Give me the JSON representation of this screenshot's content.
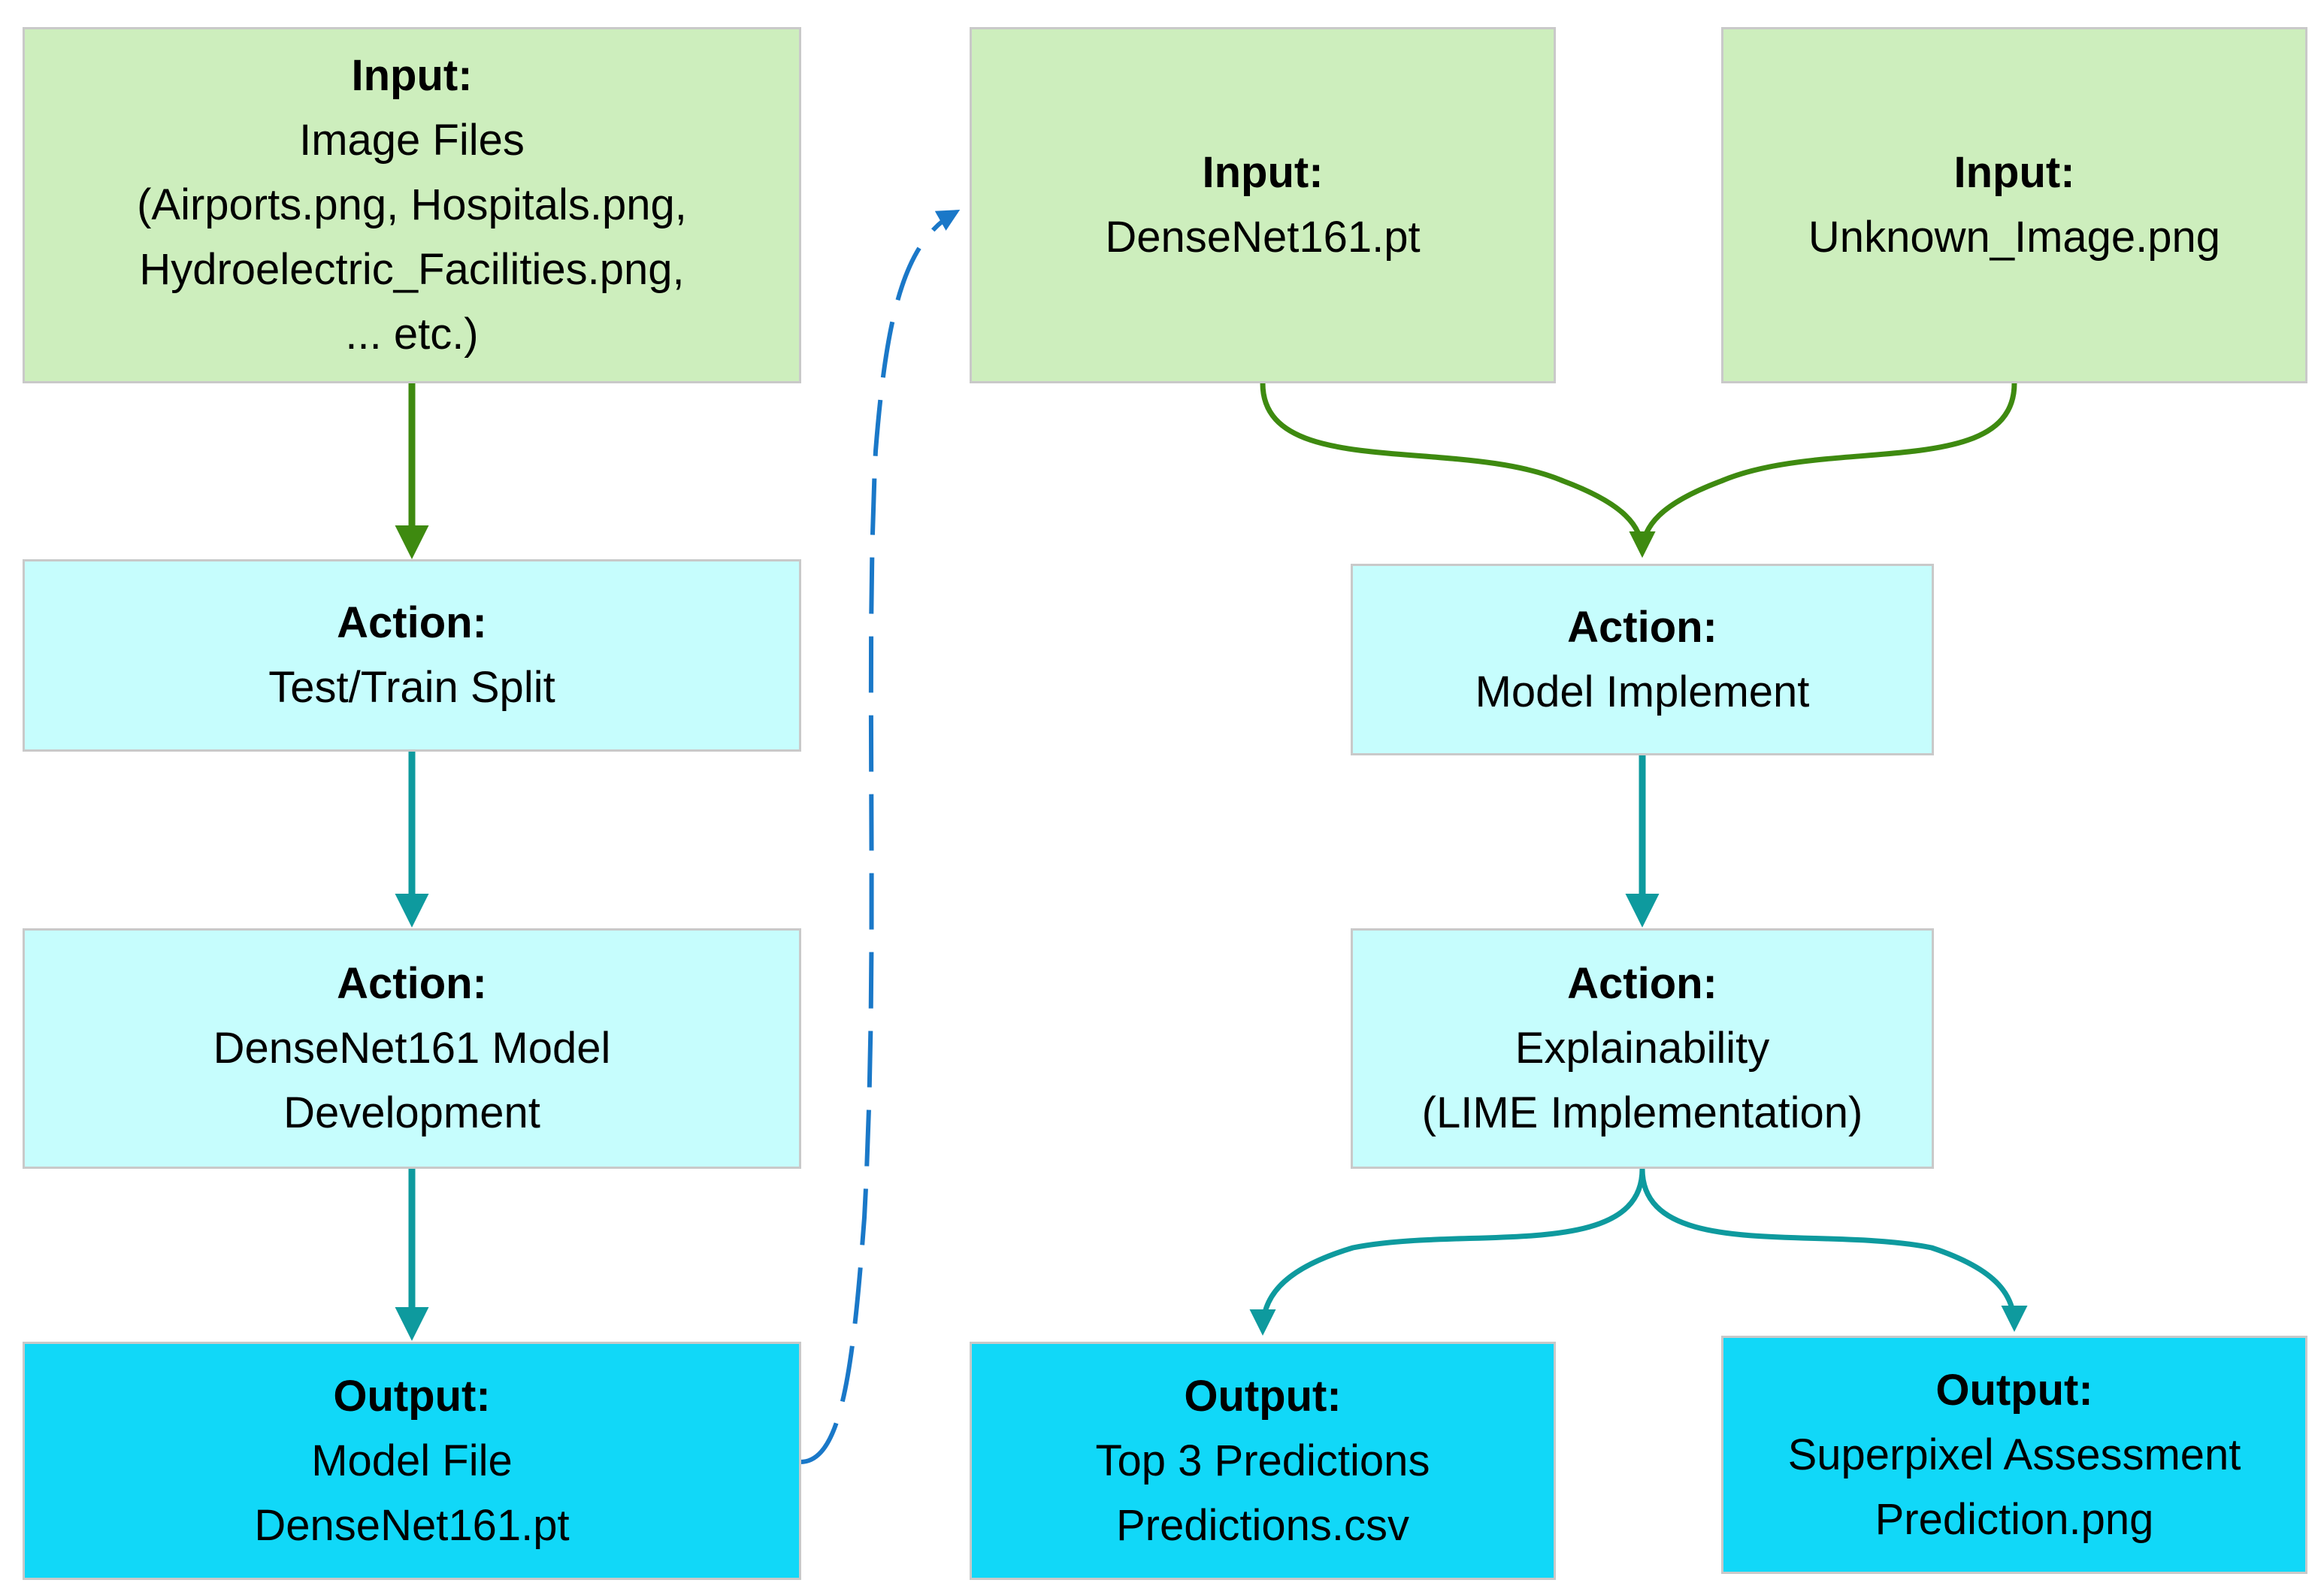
{
  "colors": {
    "input_fill": "#cdeebd",
    "action_fill": "#c6fdfd",
    "output_fill": "#11d8f8",
    "box_border": "#c9c9c9",
    "arrow_green": "#3e8a10",
    "arrow_teal": "#0e9a9e",
    "arrow_blue": "#1a78c8"
  },
  "boxes": {
    "input_image_files": {
      "kind": "input",
      "heading": "Input:",
      "lines": [
        "Image Files",
        "(Airports.png, Hospitals.png,",
        "Hydroelectric_Facilities.png,",
        "... etc.)"
      ]
    },
    "action_split": {
      "kind": "action",
      "heading": "Action:",
      "lines": [
        "Test/Train Split"
      ]
    },
    "action_development": {
      "kind": "action",
      "heading": "Action:",
      "lines": [
        "DenseNet161 Model",
        "Development"
      ]
    },
    "output_model_file": {
      "kind": "output",
      "heading": "Output:",
      "lines": [
        "Model File",
        "DenseNet161.pt"
      ]
    },
    "input_densenet": {
      "kind": "input",
      "heading": "Input:",
      "lines": [
        "DenseNet161.pt"
      ]
    },
    "input_unknown_image": {
      "kind": "input",
      "heading": "Input:",
      "lines": [
        "Unknown_Image.png"
      ]
    },
    "action_implement": {
      "kind": "action",
      "heading": "Action:",
      "lines": [
        "Model Implement"
      ]
    },
    "action_explainability": {
      "kind": "action",
      "heading": "Action:",
      "lines": [
        "Explainability",
        "(LIME Implementation)"
      ]
    },
    "output_top3": {
      "kind": "output",
      "heading": "Output:",
      "lines": [
        "Top 3 Predictions",
        "Predictions.csv"
      ]
    },
    "output_superpixel": {
      "kind": "output",
      "heading": "Output:",
      "lines": [
        "Superpixel Assessment",
        "Prediction.png"
      ]
    }
  },
  "connections": [
    {
      "from": "input_image_files",
      "to": "action_split",
      "style": "solid",
      "color": "green"
    },
    {
      "from": "action_split",
      "to": "action_development",
      "style": "solid",
      "color": "teal"
    },
    {
      "from": "action_development",
      "to": "output_model_file",
      "style": "solid",
      "color": "teal"
    },
    {
      "from": "output_model_file",
      "to": "input_densenet",
      "style": "dashed",
      "color": "blue"
    },
    {
      "from": "input_densenet",
      "to": "action_implement",
      "style": "solid-curved",
      "color": "green"
    },
    {
      "from": "input_unknown_image",
      "to": "action_implement",
      "style": "solid-curved",
      "color": "green"
    },
    {
      "from": "action_implement",
      "to": "action_explainability",
      "style": "solid",
      "color": "teal"
    },
    {
      "from": "action_explainability",
      "to": "output_top3",
      "style": "solid-curved",
      "color": "teal"
    },
    {
      "from": "action_explainability",
      "to": "output_superpixel",
      "style": "solid-curved",
      "color": "teal"
    }
  ]
}
